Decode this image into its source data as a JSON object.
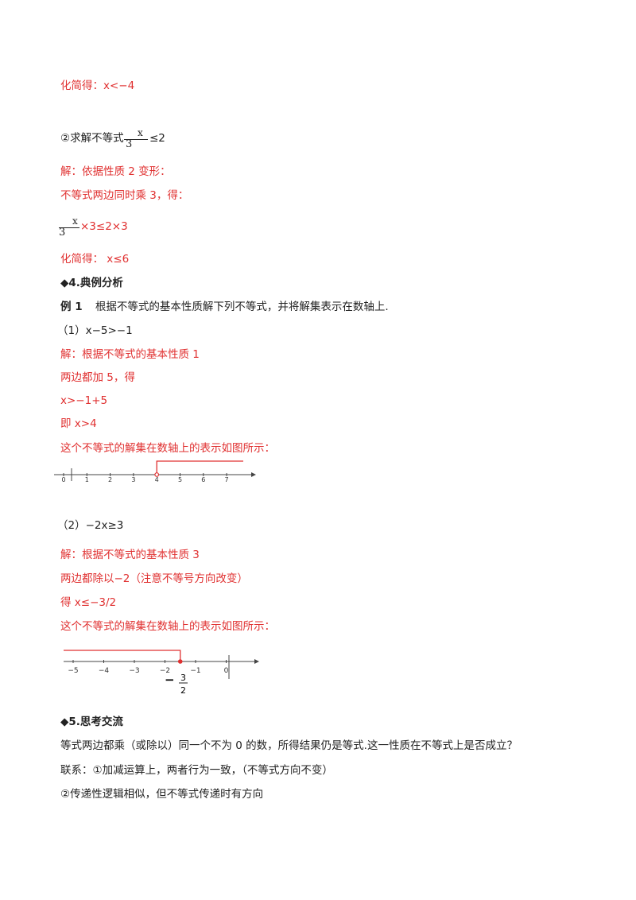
{
  "lines": {
    "simplify_1": "化简得：x<−4",
    "problem_2_prefix": "②求解不等式",
    "problem_2_suffix": "≤2",
    "sol_2_1": "解：依据性质 2 变形：",
    "sol_2_2": "不等式两边同时乘  3，得：",
    "sol_2_expr": "×3≤2×3",
    "simplify_2": "化简得：  x≤6",
    "frac_num": "x",
    "frac_den": "3",
    "section_4": "◆4.典例分析",
    "example_label": "例 1",
    "example_text": "根据不等式的基本性质解下列不等式，并将解集表示在数轴上.",
    "q1": "（1）x−5>−1",
    "q1_s1": "解：根据不等式的基本性质 1",
    "q1_s2": "两边都加 5，得",
    "q1_s3": "x>−1+5",
    "q1_s4": "即  x>4",
    "q1_s5": "这个不等式的解集在数轴上的表示如图所示：",
    "q2": "（2）−2x≥3",
    "q2_s1": "解：根据不等式的基本性质 3",
    "q2_s2": "两边都除以−2（注意不等号方向改变）",
    "q2_s3": "得 x≤−3/2",
    "q2_s4": "这个不等式的解集在数轴上的表示如图所示：",
    "section_5": "◆5.思考交流",
    "think_1": "等式两边都乘（或除以）同一个不为 0 的数，所得结果仍是等式.这一性质在不等式上是否成立？",
    "think_2": "联系：①加减运算上，两者行为一致，（不等式方向不变）",
    "think_3": "②传递性逻辑相似，但不等式传递时有方向"
  },
  "number_line_1": {
    "ticks": [
      "0",
      "1",
      "2",
      "3",
      "4",
      "5",
      "6",
      "7"
    ],
    "boundary": 4,
    "boundary_type": "open",
    "direction": "right"
  },
  "number_line_2": {
    "ticks": [
      "−5",
      "−4",
      "−3",
      "−2",
      "−1",
      "0"
    ],
    "boundary": -1.5,
    "boundary_type": "closed",
    "direction": "left",
    "boundary_label_sign": "−",
    "boundary_label_num": "3",
    "boundary_label_den": "2"
  },
  "colors": {
    "solution_text": "#e03030",
    "body_text": "#222222"
  }
}
